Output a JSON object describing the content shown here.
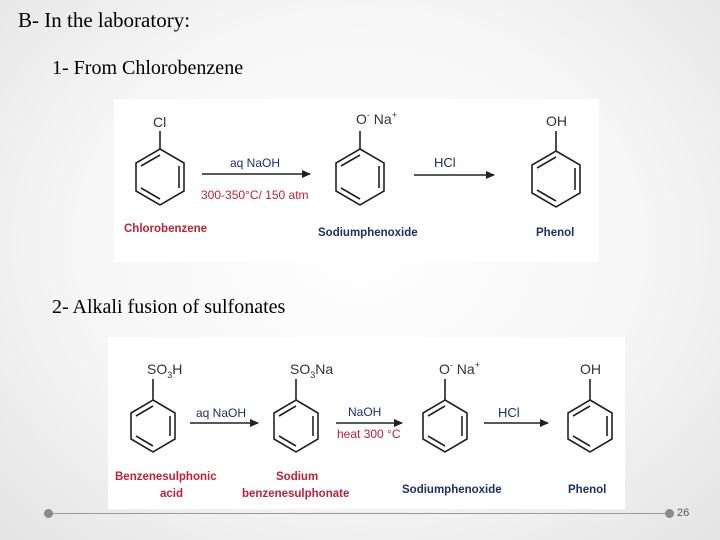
{
  "slide": {
    "heading": "B- In the laboratory:",
    "page_number": "26"
  },
  "section1": {
    "title": "1- From Chlorobenzene",
    "substituent_cl": "Cl",
    "phenoxide_o": "O",
    "phenoxide_na": "Na",
    "substituent_oh": "OH",
    "reagent_top": "aq NaOH",
    "reagent_conditions": "300-350°C/ 150 atm",
    "reagent_acid": "HCl",
    "label_chlorobenzene": "Chlorobenzene",
    "label_sodiumphenoxide": "Sodiumphenoxide",
    "label_phenol": "Phenol"
  },
  "section2": {
    "title": "2- Alkali fusion of sulfonates",
    "substituent_so3h_prefix": "SO",
    "substituent_so3h_sub": "3",
    "substituent_so3h_suffix": "H",
    "substituent_so3na_prefix": "SO",
    "substituent_so3na_sub": "3",
    "substituent_so3na_suffix": "Na",
    "phenoxide_o": "O",
    "phenoxide_na": "Na",
    "substituent_oh": "OH",
    "reagent_aq_naoh": "aq NaOH",
    "reagent_naoh": "NaOH",
    "reagent_heat": "heat 300 °C",
    "reagent_acid": "HCl",
    "label_benzenesulphonic_line1": "Benzenesulphonic",
    "label_benzenesulphonic_line2": "acid",
    "label_sodium_line1": "Sodium",
    "label_sodium_line2": "benzenesulphonate",
    "label_sodiumphenoxide": "Sodiumphenoxide",
    "label_phenol": "Phenol"
  },
  "colors": {
    "label_red": "#c0203a",
    "label_navy": "#1f2f6a",
    "line_dark": "#222222"
  }
}
